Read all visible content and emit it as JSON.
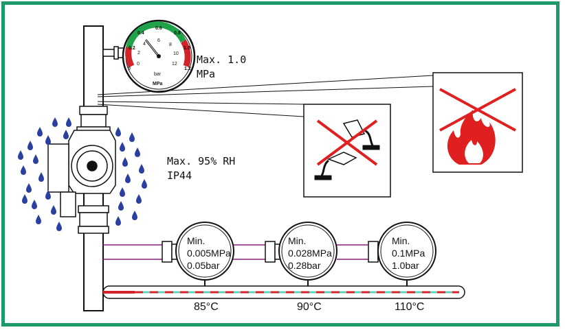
{
  "frame": {
    "border_color": "#1e9a6a"
  },
  "gauge": {
    "mpa_ticks": [
      "0",
      "0.2",
      "0.4",
      "0.6",
      "0.8",
      "1.0",
      "1.2"
    ],
    "bar_ticks": [
      "0",
      "2",
      "4",
      "6",
      "8",
      "10",
      "12"
    ],
    "unit_bar": "bar",
    "unit_mpa": "MPa",
    "max_line1": "Max. 1.0",
    "max_line2": "MPa"
  },
  "humidity": {
    "line1": "Max. 95% RH",
    "line2": "IP44"
  },
  "small_gauges": [
    {
      "line1": "Min.",
      "line2": "0.005MPa",
      "line3": "0.05bar",
      "temp": "85°C"
    },
    {
      "line1": "Min.",
      "line2": "0.028MPa",
      "line3": "0.28bar",
      "temp": "90°C"
    },
    {
      "line1": "Min.",
      "line2": "0.1MPa",
      "line3": "1.0bar",
      "temp": "110°C"
    }
  ],
  "warnings": {
    "no_chemicals": "no-corrosive-liquids-pictogram",
    "no_fire": "no-fire-pictogram"
  },
  "colors": {
    "gauge_green": "#1fa24a",
    "gauge_red": "#d2232a",
    "drop_blue": "#2b3fa0",
    "pipe_purple": "#8a1f7a",
    "prohibit_red": "#e02020"
  }
}
